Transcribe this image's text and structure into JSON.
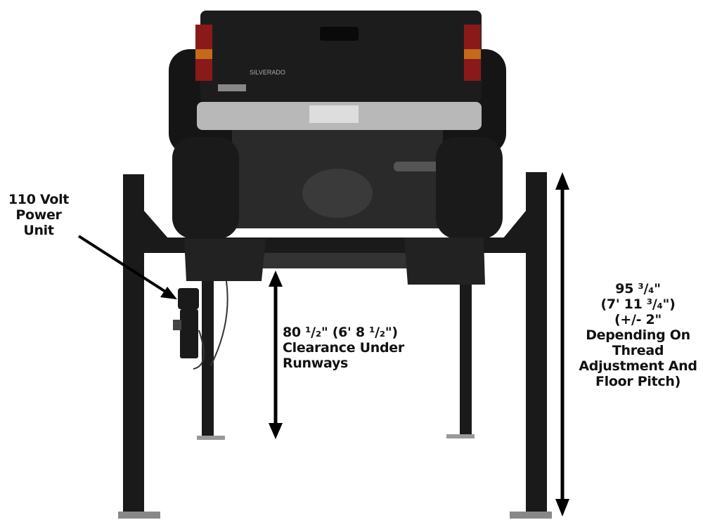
{
  "colors": {
    "lift": "#1a1a1a",
    "truck": "#151515",
    "chrome": "#b8b8b8",
    "taillight": "#8a1a1a",
    "text": "#111111"
  },
  "truck_badge": "SILVERADO",
  "labels": {
    "power_unit": [
      "110 Volt",
      "Power",
      "Unit"
    ],
    "clearance": [
      "80 ¹/₂\" (6' 8 ¹/₂\")",
      "Clearance Under",
      "Runways"
    ],
    "height": [
      "95 ³/₄\"",
      "(7' 11 ³/₄\")",
      "(+/- 2\"",
      "Depending On",
      "Thread",
      "Adjustment And",
      "Floor Pitch)"
    ]
  }
}
